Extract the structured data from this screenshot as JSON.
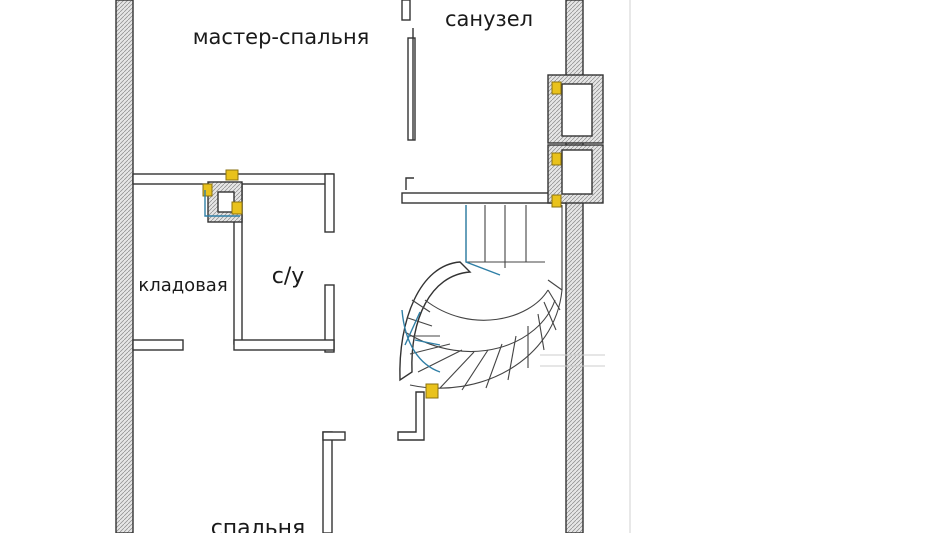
{
  "plan": {
    "rooms": {
      "master_bedroom": "мастер-спальня",
      "bathroom": "санузел",
      "storage": "кладовая",
      "wc": "с/у",
      "bedroom": "спальня"
    },
    "colors": {
      "wall": "#333333",
      "wall_fill": "#d9d9d9",
      "stair_accent": "#2f7fa6",
      "marker": "#e9c21c"
    }
  }
}
